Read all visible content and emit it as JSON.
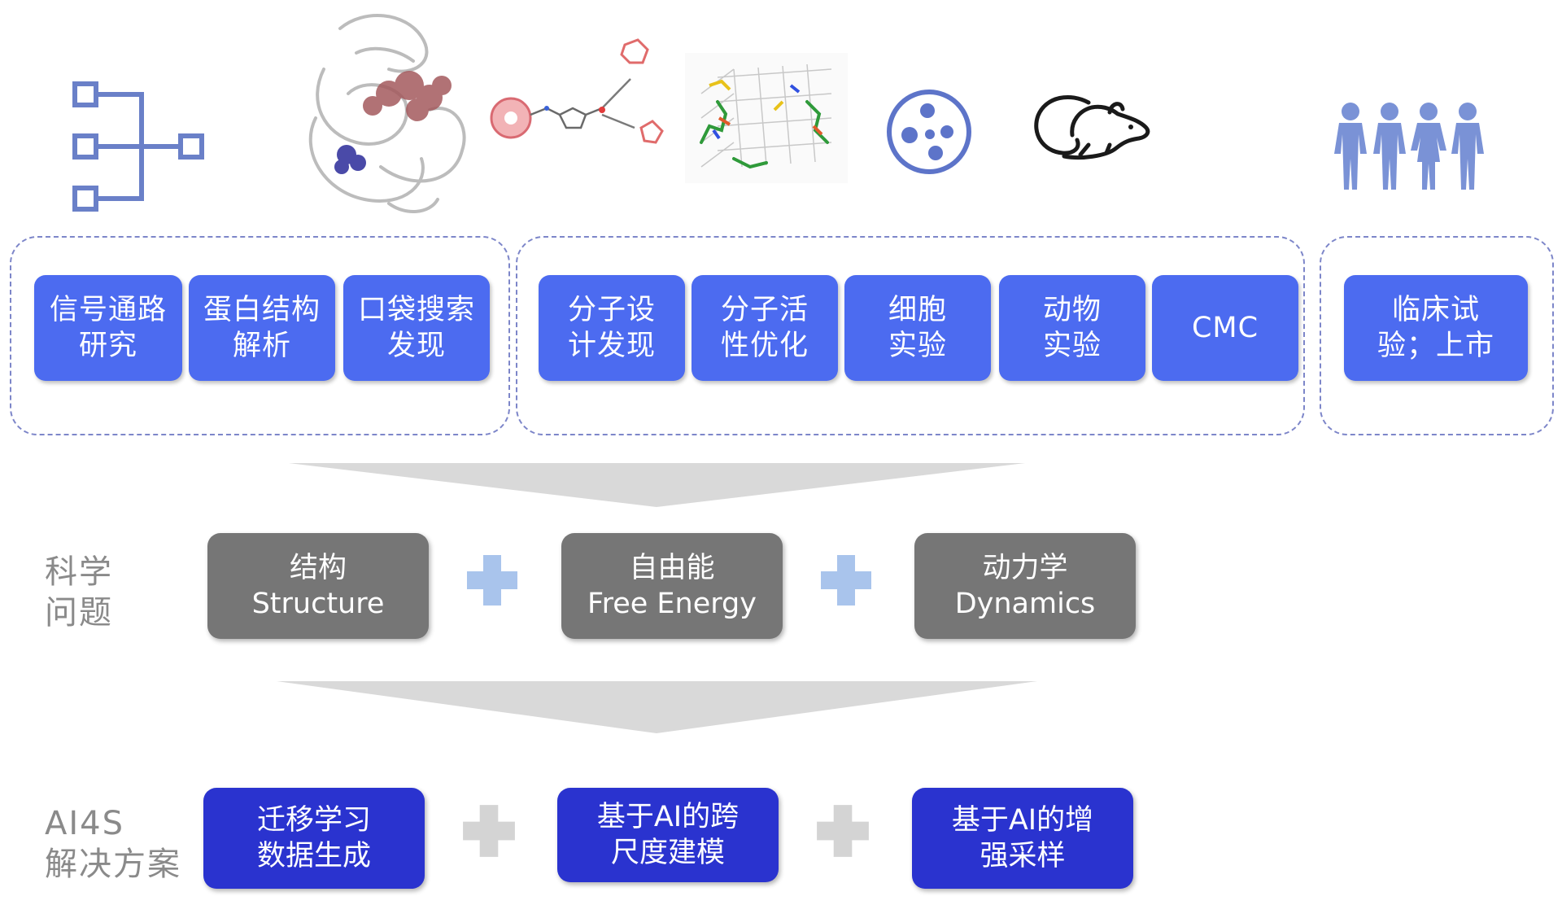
{
  "colors": {
    "stage_blue": "#4c6bf0",
    "frame_dash": "#7d86c9",
    "science_gray": "#767676",
    "solution_blue": "#2a33cf",
    "plus_light_blue": "#a9c4ec",
    "plus_gray": "#d4d4d4",
    "funnel_gray": "#d9d9d9"
  },
  "icons": [
    "pathway-tree-icon",
    "protein-structure-image",
    "molecule-design-image",
    "molecular-dynamics-image",
    "cell-icon",
    "mouse-icon",
    "people-icon"
  ],
  "stages": {
    "signal_pathway": "信号通路\n研究",
    "protein_structure": "蛋白结构\n解析",
    "pocket_search": "口袋搜索\n发现",
    "molecule_design": "分子设\n计发现",
    "activity_optimization": "分子活\n性优化",
    "cell_experiment": "细胞\n实验",
    "animal_experiment": "动物\n实验",
    "cmc": "CMC",
    "clinical_trial": "临床试\n验；上市"
  },
  "science": {
    "label": "科学\n问题",
    "structure": "结构\nStructure",
    "free_energy": "自由能\nFree Energy",
    "dynamics": "动力学\nDynamics"
  },
  "ai4s": {
    "label": "AI4S\n解决方案",
    "transfer_learning": "迁移学习\n数据生成",
    "cross_scale": "基于AI的跨\n尺度建模",
    "enhanced_sampling": "基于AI的增\n强采样"
  }
}
